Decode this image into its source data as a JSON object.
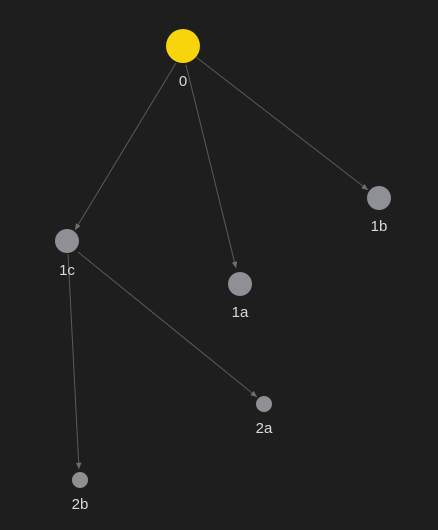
{
  "graph": {
    "colors": {
      "background": "#1e1e1e",
      "root_node": "#f7d40b",
      "child_node": "#8f8f96",
      "edge": "#5a5a5a",
      "label": "#d9d9d9"
    },
    "nodes": [
      {
        "id": "0",
        "label": "0",
        "type": "root"
      },
      {
        "id": "1a",
        "label": "1a",
        "type": "child"
      },
      {
        "id": "1b",
        "label": "1b",
        "type": "child"
      },
      {
        "id": "1c",
        "label": "1c",
        "type": "child"
      },
      {
        "id": "2a",
        "label": "2a",
        "type": "child"
      },
      {
        "id": "2b",
        "label": "2b",
        "type": "child"
      }
    ],
    "edges": [
      {
        "from": "0",
        "to": "1c"
      },
      {
        "from": "0",
        "to": "1a"
      },
      {
        "from": "0",
        "to": "1b"
      },
      {
        "from": "1c",
        "to": "2b"
      },
      {
        "from": "1c",
        "to": "2a"
      }
    ]
  }
}
